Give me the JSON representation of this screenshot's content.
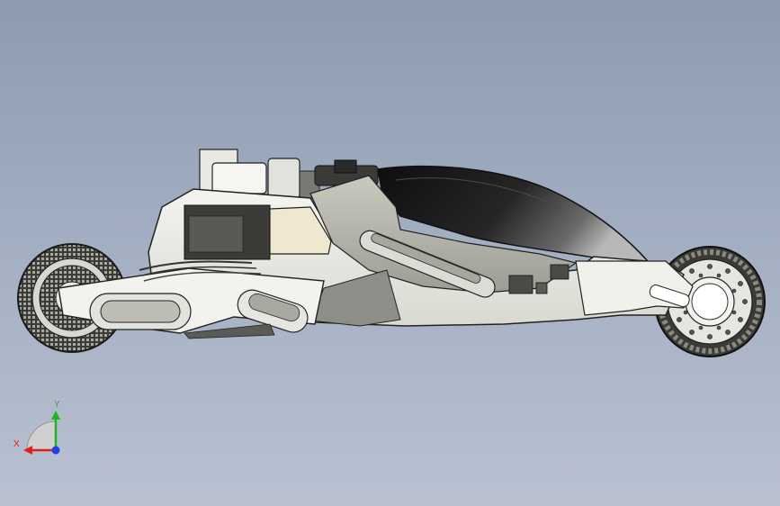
{
  "viewport": {
    "background_top": "#8d9bb1",
    "background_bottom": "#b9c1d1"
  },
  "model": {
    "subject": "motorcycle-3d-model",
    "render_style": "shaded-with-edges",
    "view": "side"
  },
  "triad": {
    "x_label": "X",
    "y_label": "Y",
    "x_color": "#e0201f",
    "y_color": "#1fb51f",
    "z_color": "#1f3fe0"
  }
}
